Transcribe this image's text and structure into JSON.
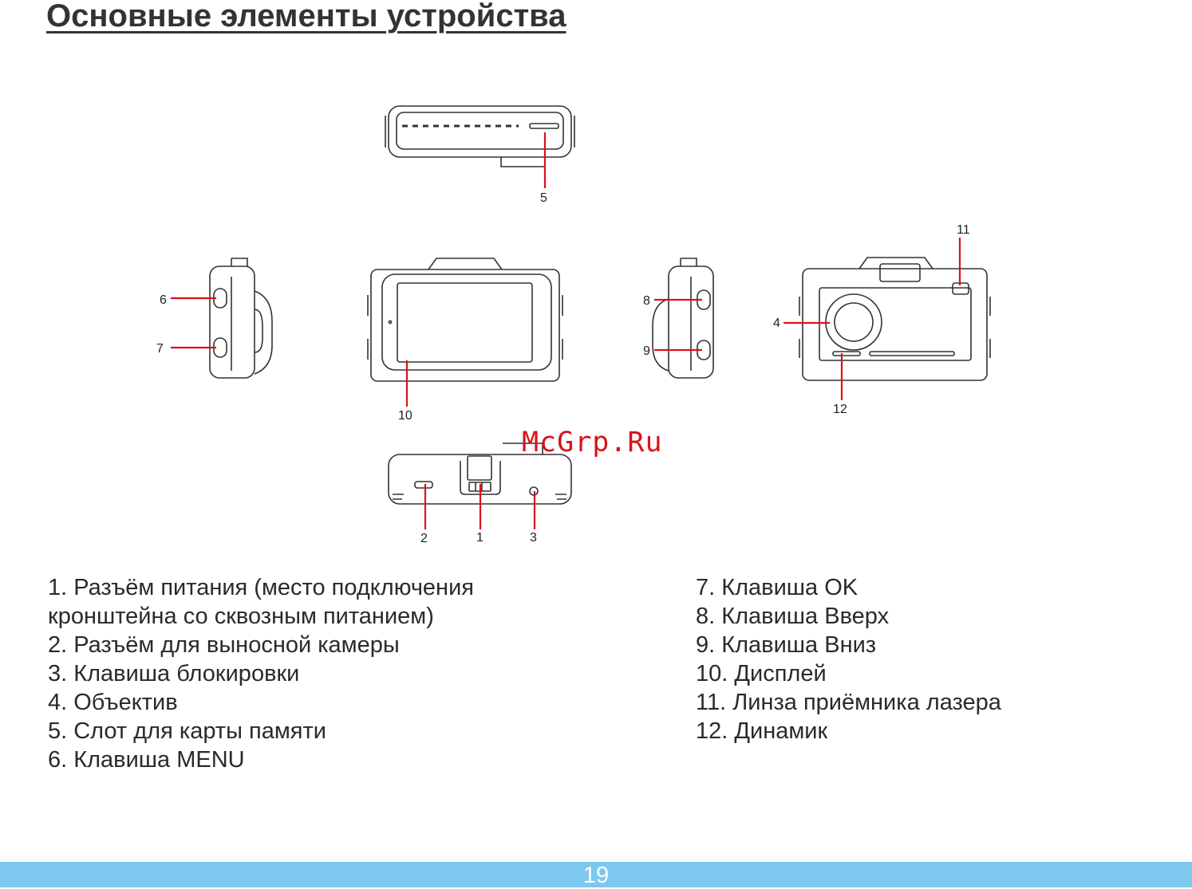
{
  "page": {
    "title": "Основные элементы устройства",
    "page_number": "19",
    "watermark": "McGrp.Ru"
  },
  "callouts": {
    "c1": "1",
    "c2": "2",
    "c3": "3",
    "c4": "4",
    "c5": "5",
    "c6": "6",
    "c7": "7",
    "c8": "8",
    "c9": "9",
    "c10": "10",
    "c11": "11",
    "c12": "12"
  },
  "legend_left": [
    "1.  Разъём питания (место подключения",
    "кронштейна со сквозным питанием)",
    "2.  Разъём для выносной камеры",
    "3.  Клавиша блокировки",
    "4.  Объектив",
    "5.  Слот для карты памяти",
    "6.  Клавиша MENU"
  ],
  "legend_right": [
    "7.  Клавиша OK",
    "8.  Клавиша Вверх",
    "9.  Клавиша Вниз",
    "10. Дисплей",
    "11. Линза приёмника лазера",
    "12. Динамик"
  ],
  "colors": {
    "callout_line": "#d9131a",
    "outline": "#333333",
    "footer": "#7cc8ee"
  }
}
